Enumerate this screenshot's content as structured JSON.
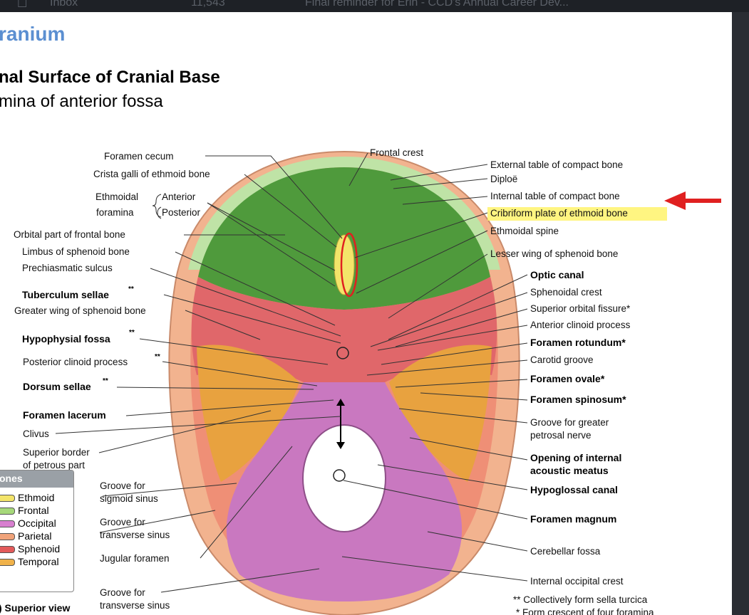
{
  "topbar": {
    "left_text": "Inbox",
    "count": "11,543",
    "email_subject": "Final reminder for Erin - CCD's Annual Career Dev..."
  },
  "slide": {
    "heading": "ranium",
    "subheading_bold": "nal Surface of Cranial Base",
    "subheading_plain": "mina of anterior fossa"
  },
  "labels_left": [
    "Foramen cecum",
    "Crista galli of ethmoid bone",
    "Ethmoidal",
    "foramina",
    "Anterior",
    "Posterior",
    "Orbital part of frontal bone",
    "Limbus of sphenoid bone",
    "Prechiasmatic sulcus",
    "Tuberculum sellae",
    "Greater wing of sphenoid bone",
    "Hypophysial fossa",
    "Posterior clinoid process",
    "Dorsum sellae",
    "Foramen lacerum",
    "Clivus",
    "Superior border",
    "of petrous part",
    "Groove for",
    "sigmoid sinus",
    "Groove for",
    "transverse sinus",
    "Jugular foramen",
    "Groove for",
    "transverse sinus"
  ],
  "labels_right": [
    "Frontal crest",
    "External table of compact bone",
    "Diploë",
    "Internal table of compact bone",
    "Cribriform plate of ethmoid bone",
    "Ethmoidal spine",
    "Lesser wing of sphenoid bone",
    "Optic canal",
    "Sphenoidal crest",
    "Superior orbital fissure*",
    "Anterior clinoid process",
    "Foramen rotundum*",
    "Carotid groove",
    "Foramen ovale*",
    "Foramen spinosum*",
    "Groove for greater",
    "petrosal nerve",
    "Opening of internal",
    "acoustic meatus",
    "Hypoglossal canal",
    "Foramen magnum",
    "Cerebellar fossa",
    "Internal occipital crest"
  ],
  "markers": {
    "double_star": "**",
    "single_star": "*"
  },
  "footnotes": [
    "** Collectively form sella turcica",
    "* Form crescent of four foramina"
  ],
  "view_caption": ") Superior view",
  "legend": {
    "title": "ones",
    "items": [
      {
        "name": "Ethmoid",
        "color": "#f3e46a"
      },
      {
        "name": "Frontal",
        "color": "#a6d87a"
      },
      {
        "name": "Occipital",
        "color": "#d77fcf"
      },
      {
        "name": "Parietal",
        "color": "#f0a37a"
      },
      {
        "name": "Sphenoid",
        "color": "#e25a5a"
      },
      {
        "name": "Temporal",
        "color": "#f0b24a"
      }
    ]
  },
  "colors": {
    "frontal_bone": "#4f9a3c",
    "frontal_rim": "#bfe3a6",
    "sphenoid": "#e0676a",
    "temporal": "#e8a23f",
    "occipital": "#c978c0",
    "parietal": "#e79a6f",
    "highlight": "#fff36b",
    "arrow": "#e02020",
    "heading": "#5b8fd1"
  }
}
